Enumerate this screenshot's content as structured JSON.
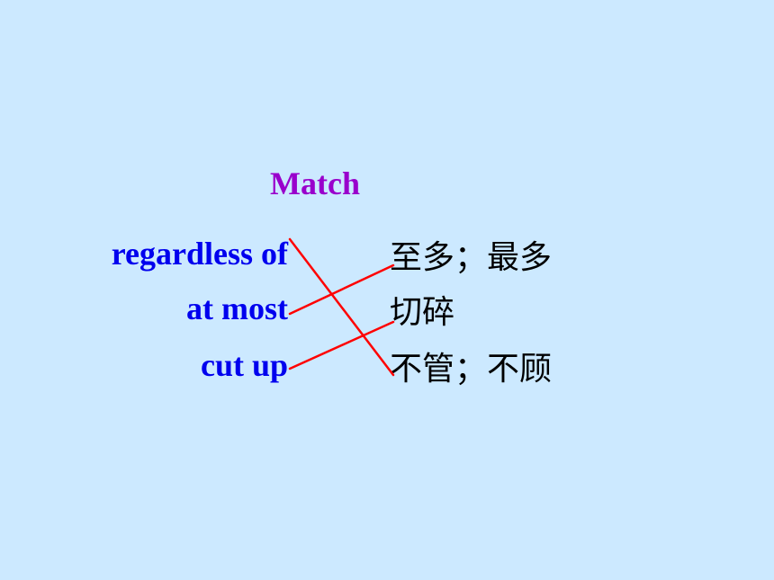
{
  "title": "Match",
  "english": [
    "regardless of",
    "at most",
    "cut up"
  ],
  "chinese": [
    "至多；最多",
    "切碎",
    "不管；不顾"
  ],
  "matches": [
    [
      0,
      2
    ],
    [
      1,
      0
    ],
    [
      2,
      1
    ]
  ],
  "colors": {
    "background": "#cce9ff",
    "title": "#9900cc",
    "english": "#0000ee",
    "chinese": "#000000",
    "line": "#ff0000"
  }
}
